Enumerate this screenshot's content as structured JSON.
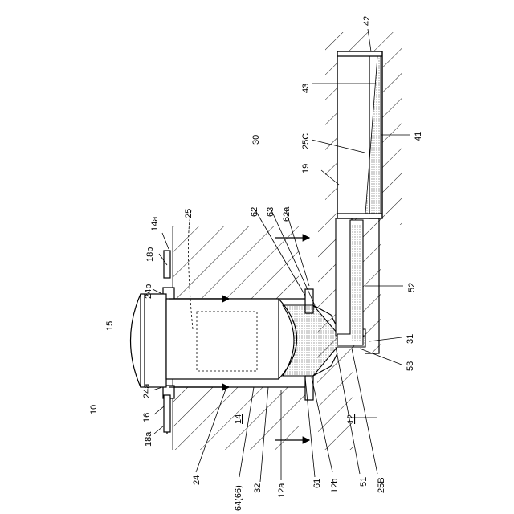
{
  "figure": {
    "labels": {
      "n10": "10",
      "n15": "15",
      "n14a": "14a",
      "n18b": "18b",
      "n25": "25",
      "n62": "62",
      "n63": "63",
      "n62a": "62a",
      "n42": "42",
      "n43": "43",
      "n25C": "25C",
      "n30": "30",
      "n19": "19",
      "n41": "41",
      "n52": "52",
      "n31": "31",
      "n53": "53",
      "n24b": "24b",
      "n24a": "24a",
      "n16": "16",
      "n18a": "18a",
      "n14": "14",
      "n12": "12",
      "n24": "24",
      "n64": "64(66)",
      "n32": "32",
      "n12a": "12a",
      "n61": "61",
      "n12b": "12b",
      "n51": "51",
      "n25B": "25B"
    }
  }
}
